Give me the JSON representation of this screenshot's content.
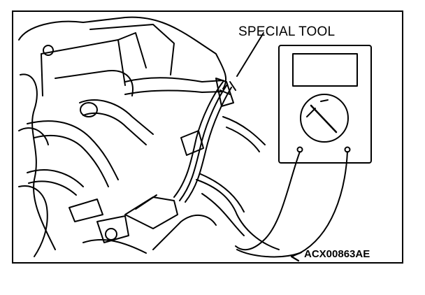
{
  "figure": {
    "callout_label": "SPECIAL TOOL",
    "figure_code": "ACX00863AE",
    "illustration": "line-drawing-engine-harness-with-special-tool-and-multimeter",
    "ink_color": "#000000",
    "paper_color": "#ffffff"
  }
}
